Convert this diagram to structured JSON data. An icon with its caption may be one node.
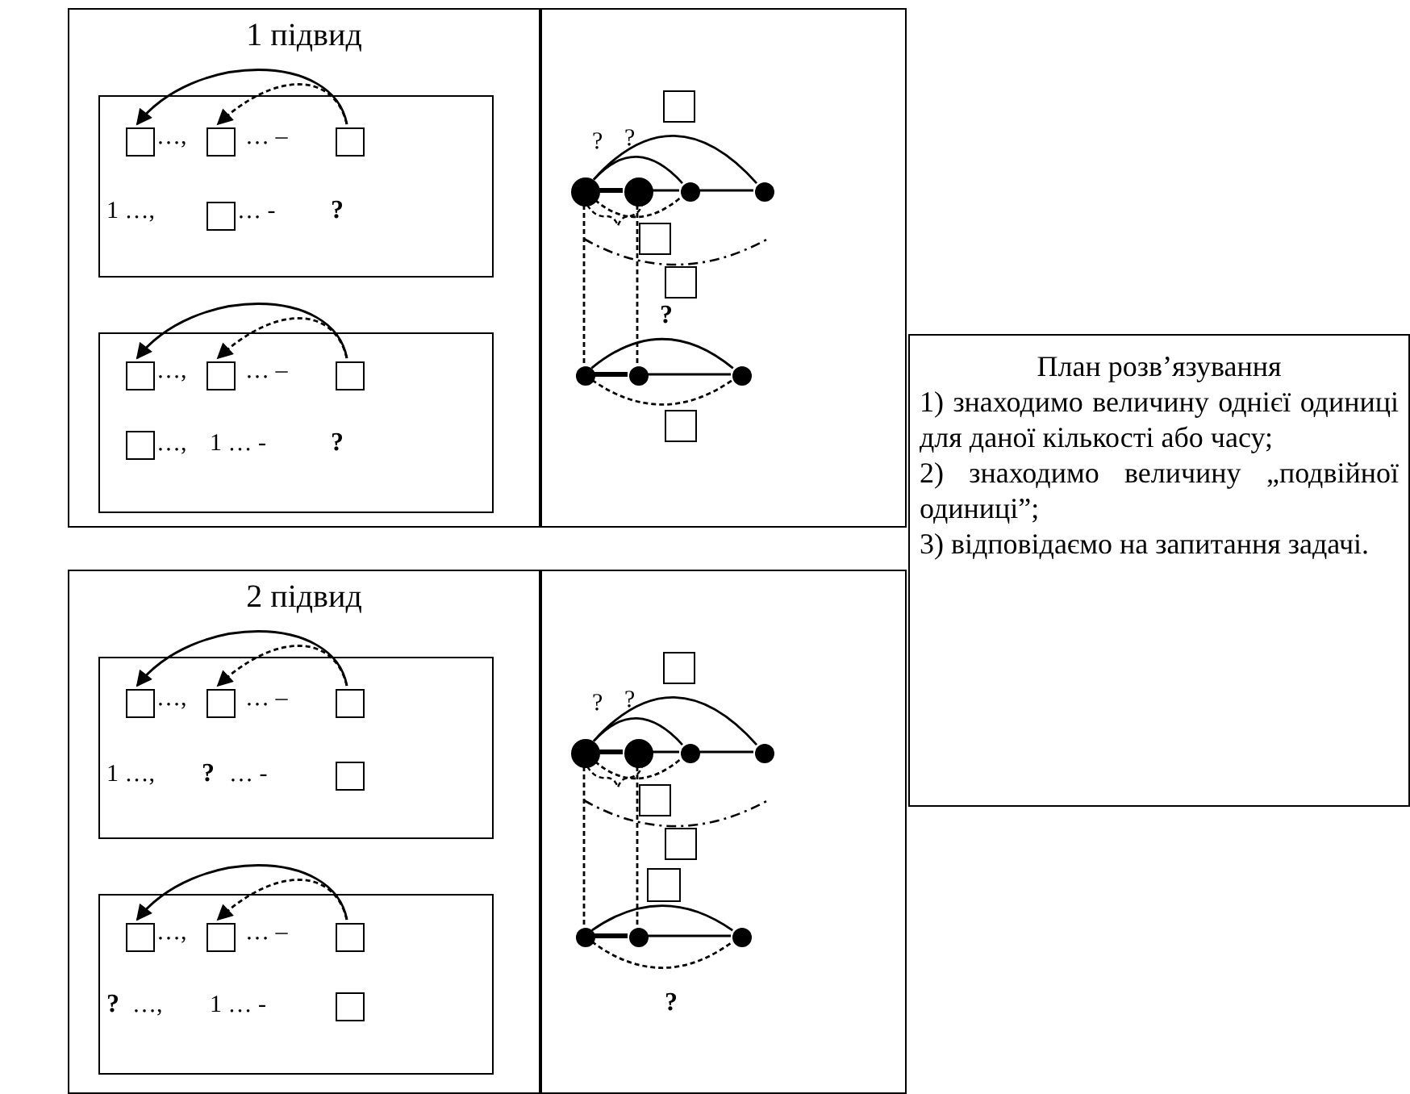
{
  "diagram": {
    "nodes": [
      {
        "text": [
          "1 підвид"
        ]
      },
      {
        "text": [],
        "shape": "box",
        "in": 0
      },
      {
        "text": [],
        "shape": "box",
        "in": 1
      },
      {
        "text": [],
        "shape": "box",
        "in": 1
      },
      {
        "text": [],
        "shape": "box",
        "in": 1
      },
      {
        "text": [],
        "shape": "box",
        "in": 1
      },
      {
        "text": [],
        "shape": "box",
        "in": 0
      },
      {
        "text": [],
        "shape": "box",
        "in": 6
      },
      {
        "text": [],
        "shape": "box",
        "in": 6
      },
      {
        "text": [],
        "shape": "box",
        "in": 6
      },
      {
        "text": [],
        "shape": "box",
        "in": 6
      },
      {
        "text": [],
        "shape": "box"
      },
      {
        "text": [],
        "shape": "box",
        "in": 11
      },
      {
        "text": [],
        "shape": "circle",
        "in": 11
      },
      {
        "text": [],
        "shape": "circle",
        "in": 11
      },
      {
        "text": [],
        "shape": "circle",
        "in": 11
      },
      {
        "text": [],
        "shape": "circle",
        "in": 11
      },
      {
        "text": [],
        "shape": "box",
        "in": 11
      },
      {
        "text": [],
        "shape": "box",
        "in": 11
      },
      {
        "text": [],
        "shape": "circle",
        "in": 11
      },
      {
        "text": [],
        "shape": "circle",
        "in": 11
      },
      {
        "text": [],
        "shape": "circle",
        "in": 11
      },
      {
        "text": [],
        "shape": "box",
        "in": 11
      },
      {
        "text": [
          "План розв’язування",
          "1) знаходимо величину однієї одиниці для даної кількості або часу;",
          "2) знаходимо величину „подвійної одиниці”;",
          "3) відповідаємо на запитання задачі."
        ]
      },
      {
        "text": [
          "2 підвид"
        ]
      },
      {
        "text": [],
        "shape": "box",
        "in": 24
      },
      {
        "text": [],
        "shape": "box",
        "in": 25
      },
      {
        "text": [],
        "shape": "box",
        "in": 25
      },
      {
        "text": [],
        "shape": "box",
        "in": 25
      },
      {
        "text": [],
        "shape": "box",
        "in": 25
      },
      {
        "text": [],
        "shape": "box",
        "in": 24
      },
      {
        "text": [],
        "shape": "box",
        "in": 30
      },
      {
        "text": [],
        "shape": "box",
        "in": 30
      },
      {
        "text": [],
        "shape": "box",
        "in": 30
      },
      {
        "text": [],
        "shape": "box",
        "in": 30
      },
      {
        "text": [],
        "shape": "box"
      },
      {
        "text": [],
        "shape": "box",
        "in": 35
      },
      {
        "text": [],
        "shape": "circle",
        "in": 35
      },
      {
        "text": [],
        "shape": "circle",
        "in": 35
      },
      {
        "text": [],
        "shape": "circle",
        "in": 35
      },
      {
        "text": [],
        "shape": "circle",
        "in": 35
      },
      {
        "text": [],
        "shape": "box",
        "in": 35
      },
      {
        "text": [],
        "shape": "box",
        "in": 35
      },
      {
        "text": [],
        "shape": "box",
        "in": 35
      },
      {
        "text": [],
        "shape": "circle",
        "in": 35
      },
      {
        "text": [],
        "shape": "circle",
        "in": 35
      },
      {
        "text": [],
        "shape": "circle",
        "in": 35
      }
    ],
    "edges": [
      {
        "from": 4,
        "to": 2,
        "arrow": "to"
      },
      {
        "from": 4,
        "to": 3,
        "arrow": "to",
        "style": "dashed"
      },
      {
        "from": 9,
        "to": 7,
        "arrow": "to"
      },
      {
        "from": 9,
        "to": 8,
        "arrow": "to",
        "style": "dashed"
      },
      {
        "from": 13,
        "to": 14,
        "arrow": "none",
        "style": "thick"
      },
      {
        "from": 14,
        "to": 15,
        "arrow": "none"
      },
      {
        "from": 15,
        "to": 16,
        "arrow": "none"
      },
      {
        "from": 13,
        "to": 16,
        "arrow": "none"
      },
      {
        "from": 13,
        "to": 15,
        "arrow": "none"
      },
      {
        "from": 13,
        "to": 15,
        "arrow": "none",
        "style": "dashed"
      },
      {
        "from": 13,
        "to": 19,
        "arrow": "none",
        "style": "dashed"
      },
      {
        "from": 14,
        "to": 20,
        "arrow": "none",
        "style": "dashed"
      },
      {
        "from": 19,
        "to": 20,
        "arrow": "none",
        "style": "thick"
      },
      {
        "from": 20,
        "to": 21,
        "arrow": "none"
      },
      {
        "from": 19,
        "to": 21,
        "arrow": "none"
      },
      {
        "from": 19,
        "to": 21,
        "arrow": "none",
        "style": "dashed"
      },
      {
        "from": 28,
        "to": 26,
        "arrow": "to"
      },
      {
        "from": 28,
        "to": 27,
        "arrow": "to",
        "style": "dashed"
      },
      {
        "from": 33,
        "to": 31,
        "arrow": "to"
      },
      {
        "from": 33,
        "to": 32,
        "arrow": "to",
        "style": "dashed"
      },
      {
        "from": 37,
        "to": 38,
        "arrow": "none",
        "style": "thick"
      },
      {
        "from": 38,
        "to": 39,
        "arrow": "none"
      },
      {
        "from": 39,
        "to": 40,
        "arrow": "none"
      },
      {
        "from": 37,
        "to": 40,
        "arrow": "none"
      },
      {
        "from": 37,
        "to": 39,
        "arrow": "none"
      },
      {
        "from": 37,
        "to": 39,
        "arrow": "none",
        "style": "dashed"
      },
      {
        "from": 37,
        "to": 44,
        "arrow": "none",
        "style": "dashed"
      },
      {
        "from": 38,
        "to": 45,
        "arrow": "none",
        "style": "dashed"
      },
      {
        "from": 44,
        "to": 45,
        "arrow": "none",
        "style": "thick"
      },
      {
        "from": 45,
        "to": 46,
        "arrow": "none"
      },
      {
        "from": 44,
        "to": 46,
        "arrow": "none"
      },
      {
        "from": 44,
        "to": 46,
        "arrow": "none",
        "style": "dashed"
      }
    ],
    "labels": [
      "…,",
      "… –",
      "1 …,",
      "… -",
      "?",
      "…,",
      "… –",
      "…,",
      "1 … -",
      "?",
      "?",
      "?",
      "?",
      "…,",
      "… –",
      "1 …,",
      "?",
      "… -",
      "…,",
      "… –",
      "?",
      "…,",
      "1 … -",
      "?",
      "?",
      "?"
    ]
  }
}
